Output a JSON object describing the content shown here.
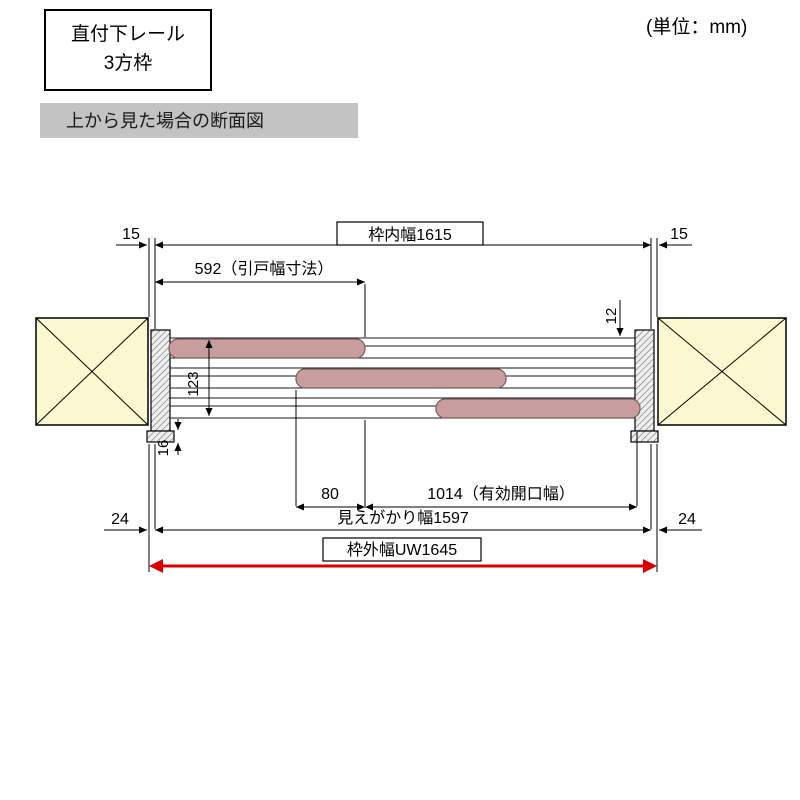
{
  "page": {
    "title_box": {
      "line1": "直付下レール",
      "line2": "3方枠"
    },
    "unit_label": "(単位：mm)",
    "section_label": "上から見た場合の断面図"
  },
  "dims": {
    "inner_width": "枠内幅1615",
    "frame_left": "15",
    "frame_right": "15",
    "door_width": "592（引戸幅寸法）",
    "rail_gap": "12",
    "track_depth": "123",
    "rail_height": "16",
    "overlap": "80",
    "effective_opening": "1014（有効開口幅）",
    "visible_width": "見えがかり幅1597",
    "margin_left": "24",
    "margin_right": "24",
    "outer_width": "枠外幅UW1645"
  },
  "colors": {
    "wall_fill": "#FBF8D2",
    "door_fill": "#C89D9D",
    "red": "#DB0000",
    "label_bg": "#C3C3C3"
  }
}
